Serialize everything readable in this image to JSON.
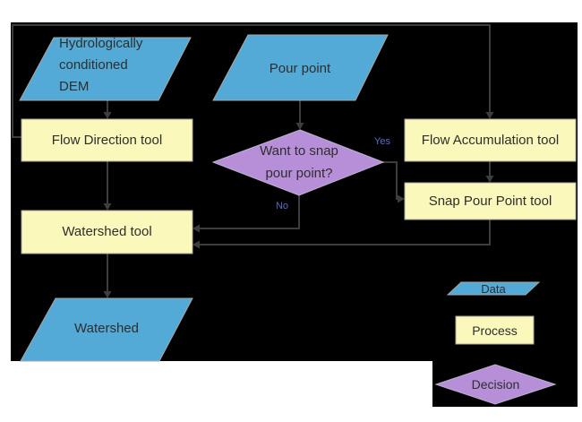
{
  "nodes": {
    "dem": {
      "label": "Hydrologically\nconditioned\nDEM",
      "type": "data"
    },
    "pour_point": {
      "label": "Pour point",
      "type": "data"
    },
    "flow_direction": {
      "label": "Flow Direction tool",
      "type": "process"
    },
    "flow_accumulation": {
      "label": "Flow Accumulation tool",
      "type": "process"
    },
    "snap_decision": {
      "label": "Want to snap\npour point?",
      "type": "decision"
    },
    "snap_pour_point": {
      "label": "Snap Pour Point tool",
      "type": "process"
    },
    "watershed_tool": {
      "label": "Watershed tool",
      "type": "process"
    },
    "watershed": {
      "label": "Watershed",
      "type": "data"
    }
  },
  "branch_labels": {
    "yes": "Yes",
    "no": "No"
  },
  "edges": [
    {
      "from": "dem",
      "to": "flow_direction"
    },
    {
      "from": "flow_direction",
      "to": "flow_accumulation"
    },
    {
      "from": "flow_direction",
      "to": "watershed_tool"
    },
    {
      "from": "pour_point",
      "to": "snap_decision"
    },
    {
      "from": "flow_accumulation",
      "to": "snap_pour_point"
    },
    {
      "from": "snap_decision",
      "to": "snap_pour_point",
      "label": "Yes"
    },
    {
      "from": "snap_decision",
      "to": "watershed_tool",
      "label": "No"
    },
    {
      "from": "snap_pour_point",
      "to": "watershed_tool"
    },
    {
      "from": "watershed_tool",
      "to": "watershed"
    }
  ],
  "legend": {
    "data": "Data",
    "process": "Process",
    "decision": "Decision"
  },
  "colors": {
    "data_fill": "#54aad6",
    "process_fill": "#fbf8bb",
    "decision_fill": "#b78fd9",
    "background": "#000000",
    "connector": "#3d3d3d"
  }
}
